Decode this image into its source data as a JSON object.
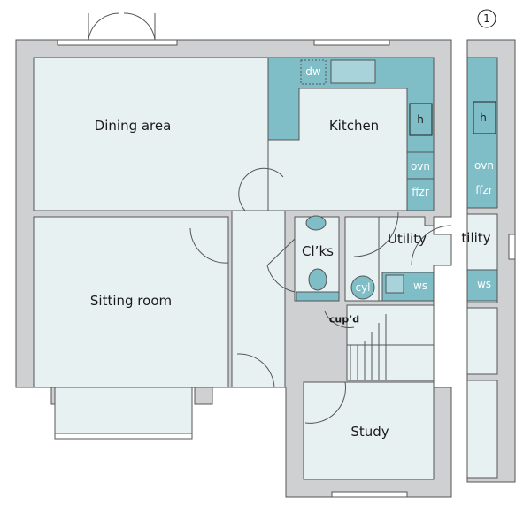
{
  "plan_number": "1",
  "rooms": {
    "dining": "Dining area",
    "kitchen": "Kitchen",
    "sitting": "Sitting room",
    "cloaks": "Cl’ks",
    "utility": "Utility",
    "utility_partial": "tility",
    "study": "Study",
    "cupboard": "cup’d"
  },
  "appliances": {
    "dishwasher": "dw",
    "hob": "h",
    "oven": "ovn",
    "fridge_freezer": "ffzr",
    "cylinder": "cyl",
    "washer": "ws"
  },
  "colors": {
    "wall": "#cfd0d2",
    "room": "#e8f1f2",
    "unit": "#7fbdc7",
    "line": "#3a3a3a"
  }
}
